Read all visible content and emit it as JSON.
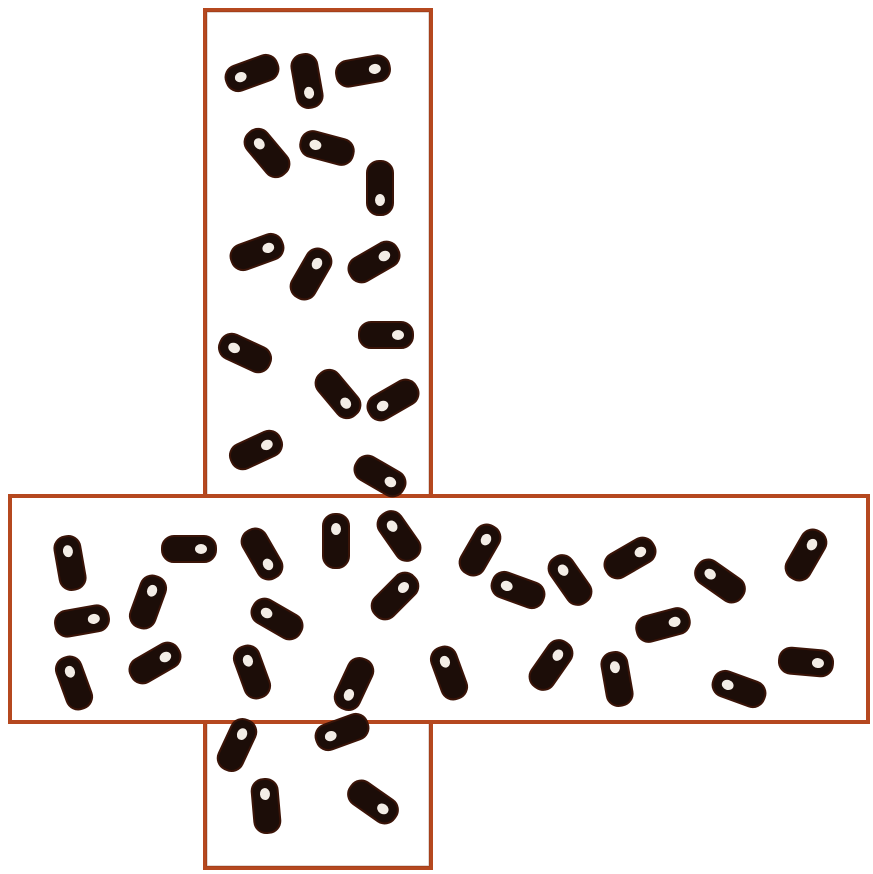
{
  "diagram": {
    "kind": "cross-shaped enclosure with scattered capsule particles",
    "colors": {
      "background": "#ffffff",
      "outline": "#b5481f",
      "outline_dark": "#5a1d08",
      "capsule": "#1c0d08",
      "capsule_rim": "#3a1408",
      "capsule_hole": "#f3ede6"
    },
    "regions": [
      {
        "id": "vertical-channel"
      },
      {
        "id": "horizontal-channel"
      }
    ]
  }
}
